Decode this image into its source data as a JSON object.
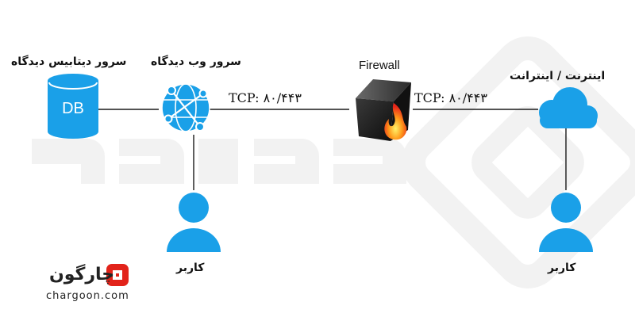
{
  "nodes": {
    "database": {
      "label": "سرور دیتابیس دیدگاه",
      "icon_text": "DB"
    },
    "web_server": {
      "label": "سرور وب دیدگاه"
    },
    "firewall": {
      "label": "Firewall"
    },
    "internet": {
      "label": "اینترنت / اینترانت"
    },
    "user_left": {
      "label": "کاربر"
    },
    "user_right": {
      "label": "کاربر"
    }
  },
  "links": {
    "web_to_firewall": "TCP: ۸۰/۴۴۳",
    "firewall_to_internet": "TCP: ۸۰/۴۴۳"
  },
  "brand": {
    "name_fa": "چارگون",
    "domain": "chargoon.com"
  },
  "colors": {
    "accent": "#1aa0e8",
    "line": "#1a1a1a",
    "watermark": "#f2f2f2",
    "brand_red": "#e2231a"
  }
}
